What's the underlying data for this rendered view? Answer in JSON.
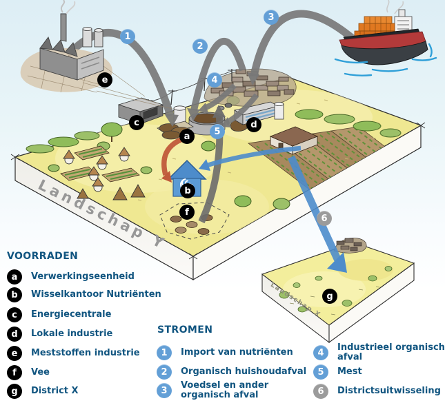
{
  "diagram": {
    "landscape_y_label": "Landschap Y",
    "landscape_x_label": "Landschap X"
  },
  "legend_voorraden": {
    "header": "VOORRADEN",
    "items": [
      {
        "id": "a",
        "label": "Verwerkingseenheid"
      },
      {
        "id": "b",
        "label": "Wisselkantoor Nutriënten"
      },
      {
        "id": "c",
        "label": "Energiecentrale"
      },
      {
        "id": "d",
        "label": "Lokale industrie"
      },
      {
        "id": "e",
        "label": "Meststoffen industrie"
      },
      {
        "id": "f",
        "label": "Vee"
      },
      {
        "id": "g",
        "label": "District X"
      }
    ]
  },
  "legend_stromen": {
    "header": "STROMEN",
    "items": [
      {
        "id": "1",
        "label": "Import van nutriënten",
        "badge_color": "blue"
      },
      {
        "id": "2",
        "label": "Organisch huishoudafval",
        "badge_color": "blue"
      },
      {
        "id": "3",
        "label": "Voedsel en ander organisch afval",
        "badge_color": "blue"
      },
      {
        "id": "4",
        "label": "Industrieel organisch afval",
        "badge_color": "blue"
      },
      {
        "id": "5",
        "label": "Mest",
        "badge_color": "blue"
      },
      {
        "id": "6",
        "label": "Districtsuitwisseling",
        "badge_color": "gray"
      }
    ]
  },
  "colors": {
    "legend_text": "#115580",
    "stock_badge": "#000000",
    "flow_badge_blue": "#639fd6",
    "flow_badge_gray": "#9b9b9b",
    "arrow_gray": "#787878",
    "arrow_dark_gray": "#6b6b6b",
    "arrow_blue": "#4d8ccb",
    "arrow_red": "#c05a3a",
    "island_yellow": "#efe892",
    "field_brown": "#a8895e"
  }
}
